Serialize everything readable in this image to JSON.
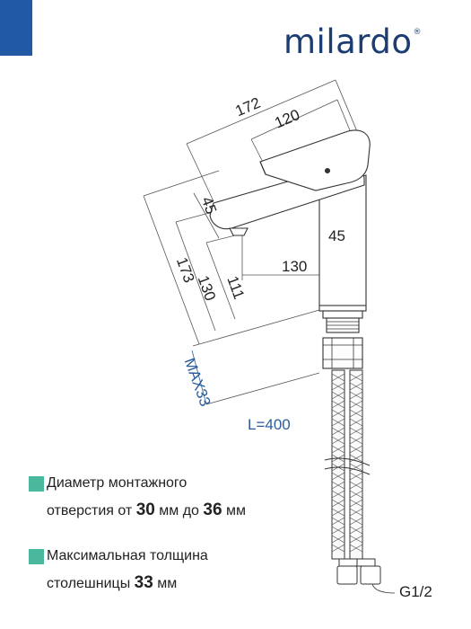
{
  "brand": {
    "name": "milardo",
    "mark": "®",
    "color": "#1c3d72",
    "corner_color": "#2159a5"
  },
  "dimensions": {
    "d172": "172",
    "d120": "120",
    "d45_top": "45",
    "d45_right": "45",
    "d130_h": "130",
    "d173": "173",
    "d130_v": "130",
    "d111": "111",
    "max33": "MAX33",
    "hose_length": "L=400",
    "thread": "G1/2"
  },
  "notes": {
    "accent_color": "#49b89c",
    "hole_line1": "Диаметр монтажного",
    "hole_line2_a": "отверстия от ",
    "hole_min": "30",
    "hole_line2_b": "  мм до ",
    "hole_max": "36",
    "hole_line2_c": " мм",
    "top_line1": "Максимальная толщина",
    "top_line2_a": "столешницы ",
    "top_max": "33",
    "top_line2_b": " мм"
  }
}
